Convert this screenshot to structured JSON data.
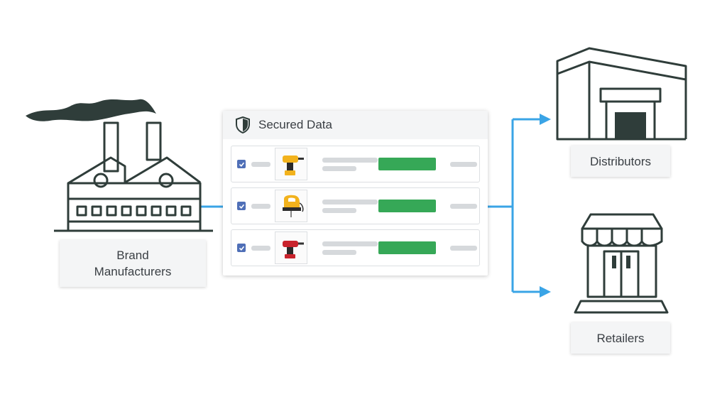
{
  "panel": {
    "title": "Secured Data"
  },
  "nodes": {
    "manufacturers": {
      "line1": "Brand",
      "line2": "Manufacturers"
    },
    "distributors": {
      "label": "Distributors"
    },
    "retailers": {
      "label": "Retailers"
    }
  },
  "products": [
    {
      "icon": "drill-icon",
      "color": "#f2b21c"
    },
    {
      "icon": "jigsaw-icon",
      "color": "#f2b21c"
    },
    {
      "icon": "drill-icon",
      "color": "#c8232c"
    }
  ],
  "colors": {
    "stroke": "#2f3d3a",
    "connector": "#3aa4e6",
    "status": "#36a857",
    "checkbox": "#4f6fb7"
  }
}
